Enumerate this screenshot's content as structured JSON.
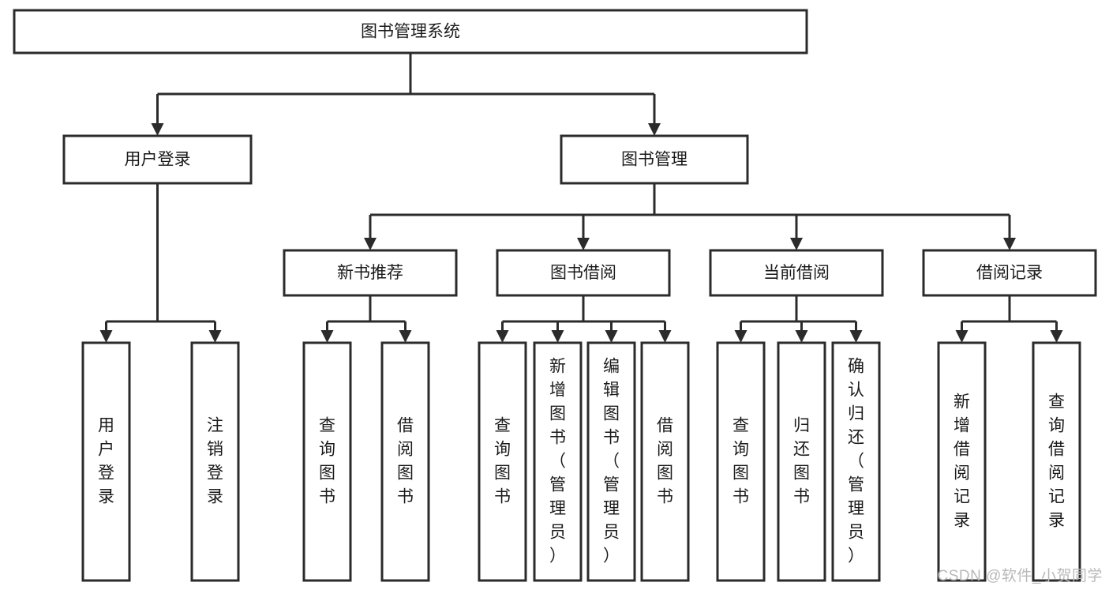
{
  "diagram": {
    "type": "tree-hierarchy-chart",
    "title_node": "图书管理系统",
    "orientation": "top-down",
    "colors": {
      "box_fill": "#ffffff",
      "box_stroke": "#2b2b2b",
      "text": "#1a1a1a",
      "background": "#ffffff",
      "watermark": "#b9b9b9"
    },
    "nodes": {
      "root": {
        "label": "图书管理系统",
        "level": 1,
        "orientation": "horizontal"
      },
      "level2": [
        {
          "id": "user-login",
          "label": "用户登录",
          "orientation": "horizontal"
        },
        {
          "id": "book-management",
          "label": "图书管理",
          "orientation": "horizontal"
        }
      ],
      "level3": [
        {
          "id": "new-book-recommend",
          "label": "新书推荐",
          "parent": "book-management",
          "orientation": "horizontal"
        },
        {
          "id": "book-borrow",
          "label": "图书借阅",
          "parent": "book-management",
          "orientation": "horizontal"
        },
        {
          "id": "current-borrow",
          "label": "当前借阅",
          "parent": "book-management",
          "orientation": "horizontal"
        },
        {
          "id": "borrow-record",
          "label": "借阅记录",
          "parent": "book-management",
          "orientation": "horizontal"
        }
      ],
      "leaves": [
        {
          "id": "leaf-user-login",
          "label": "用户登录",
          "parent": "user-login",
          "orientation": "vertical"
        },
        {
          "id": "leaf-user-logout",
          "label": "注销登录",
          "parent": "user-login",
          "orientation": "vertical"
        },
        {
          "id": "leaf-query-book-1",
          "label": "查询图书",
          "parent": "new-book-recommend",
          "orientation": "vertical"
        },
        {
          "id": "leaf-borrow-book-1",
          "label": "借阅图书",
          "parent": "new-book-recommend",
          "orientation": "vertical"
        },
        {
          "id": "leaf-query-book-2",
          "label": "查询图书",
          "parent": "book-borrow",
          "orientation": "vertical"
        },
        {
          "id": "leaf-add-book",
          "label": "新增图书（管理员）",
          "parent": "book-borrow",
          "orientation": "vertical"
        },
        {
          "id": "leaf-edit-book",
          "label": "编辑图书（管理员）",
          "parent": "book-borrow",
          "orientation": "vertical"
        },
        {
          "id": "leaf-borrow-book-2",
          "label": "借阅图书",
          "parent": "book-borrow",
          "orientation": "vertical"
        },
        {
          "id": "leaf-query-book-3",
          "label": "查询图书",
          "parent": "current-borrow",
          "orientation": "vertical"
        },
        {
          "id": "leaf-return-book",
          "label": "归还图书",
          "parent": "current-borrow",
          "orientation": "vertical"
        },
        {
          "id": "leaf-confirm-return",
          "label": "确认归还（管理员）",
          "parent": "current-borrow",
          "orientation": "vertical"
        },
        {
          "id": "leaf-add-record",
          "label": "新增借阅记录",
          "parent": "borrow-record",
          "orientation": "vertical"
        },
        {
          "id": "leaf-query-record",
          "label": "查询借阅记录",
          "parent": "borrow-record",
          "orientation": "vertical"
        }
      ]
    }
  },
  "watermark": {
    "text": "CSDN @软件_小贺同学"
  }
}
